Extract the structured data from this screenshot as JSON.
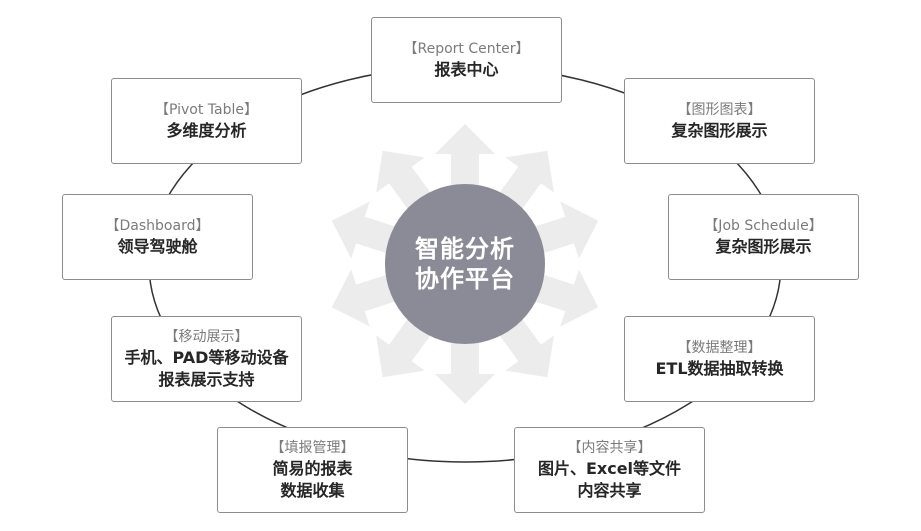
{
  "center": {
    "lines": [
      "智能分析",
      "协作平台"
    ]
  },
  "nodes": [
    {
      "id": "report-center",
      "tag": "【Report Center】",
      "lines": [
        "报表中心"
      ]
    },
    {
      "id": "graphics",
      "tag": "【图形图表】",
      "lines": [
        "复杂图形展示"
      ]
    },
    {
      "id": "job-schedule",
      "tag": "【Job Schedule】",
      "lines": [
        "复杂图形展示"
      ]
    },
    {
      "id": "data-cleanup",
      "tag": "【数据整理】",
      "lines": [
        "ETL数据抽取转换"
      ]
    },
    {
      "id": "content-share",
      "tag": "【内容共享】",
      "lines": [
        "图片、Excel等文件",
        "内容共享"
      ]
    },
    {
      "id": "fill-report",
      "tag": "【填报管理】",
      "lines": [
        "简易的报表",
        "数据收集"
      ]
    },
    {
      "id": "mobile",
      "tag": "【移动展示】",
      "lines": [
        "手机、PAD等移动设备",
        "报表展示支持"
      ]
    },
    {
      "id": "dashboard",
      "tag": "【Dashboard】",
      "lines": [
        "领导驾驶舱"
      ]
    },
    {
      "id": "pivot-table",
      "tag": "【Pivot Table】",
      "lines": [
        "多维度分析"
      ]
    }
  ],
  "colors": {
    "center_fill": "#8b8a97",
    "arrow_fill": "#ececec",
    "ring_stroke": "#333333",
    "box_border": "#8d8d8d"
  }
}
